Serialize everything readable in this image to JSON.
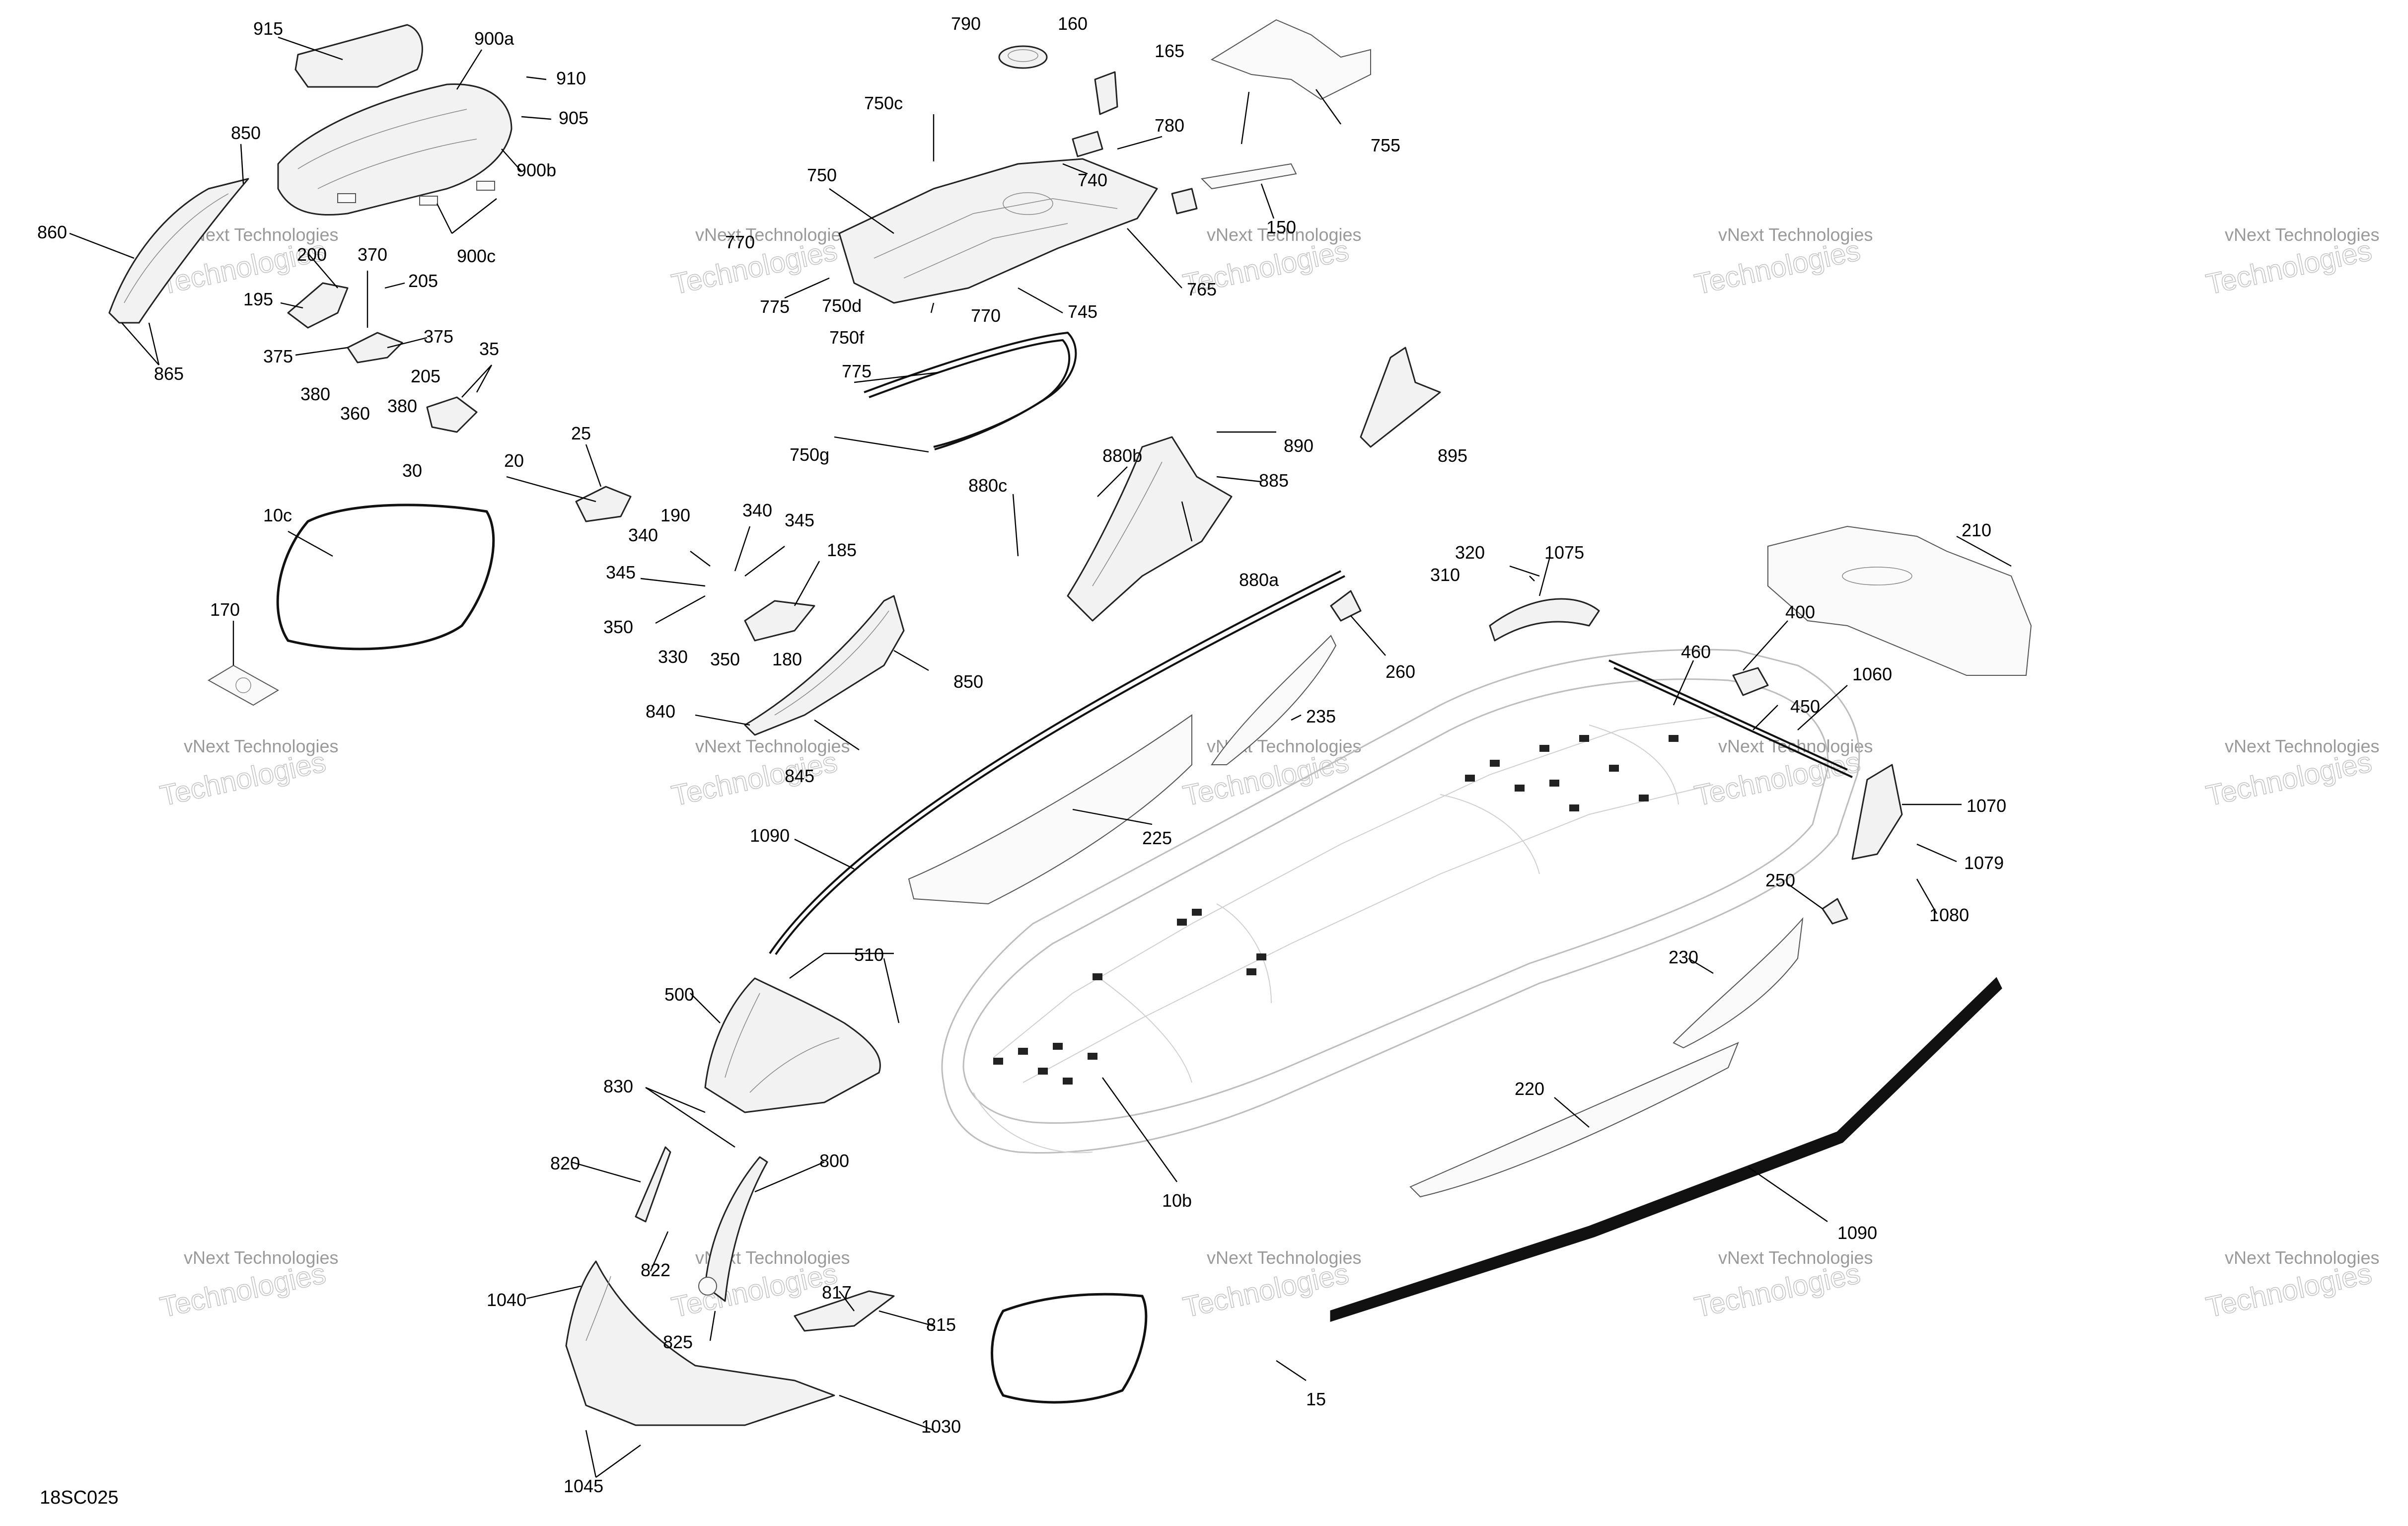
{
  "drawing": {
    "code": "18SC025",
    "watermark_line1": "vNext Technologies",
    "watermark_line2": "Technologies"
  },
  "callouts": {
    "c915": "915",
    "c900a": "900a",
    "c910": "910",
    "c905": "905",
    "c900b": "900b",
    "c900c": "900c",
    "c850a": "850",
    "c860": "860",
    "c865": "865",
    "c200": "200",
    "c370": "370",
    "c195": "195",
    "c205a": "205",
    "c375a": "375",
    "c375b": "375",
    "c380a": "380",
    "c360": "360",
    "c380b": "380",
    "c205b": "205",
    "c35": "35",
    "c30": "30",
    "c790": "790",
    "c160": "160",
    "c165": "165",
    "c755": "755",
    "c750c": "750c",
    "c780": "780",
    "c750": "750",
    "c740": "740",
    "c150": "150",
    "c770a": "770",
    "c775a": "775",
    "c765": "765",
    "c750d": "750d",
    "c770b": "770",
    "c745": "745",
    "c750f": "750f",
    "c775b": "775",
    "c750g": "750g",
    "c895": "895",
    "c890": "890",
    "c880b": "880b",
    "c880c": "880c",
    "c885": "885",
    "c880a": "880a",
    "c25": "25",
    "c20": "20",
    "c10c": "10c",
    "c170": "170",
    "c190": "190",
    "c340a": "340",
    "c340b": "340",
    "c345a": "345",
    "c345b": "345",
    "c185": "185",
    "c350a": "350",
    "c330": "330",
    "c350b": "350",
    "c180": "180",
    "c850b": "850",
    "c840": "840",
    "c845": "845",
    "c260": "260",
    "c235": "235",
    "c225": "225",
    "c1090a": "1090",
    "c320": "320",
    "c1075": "1075",
    "c310": "310",
    "c210": "210",
    "c400": "400",
    "c460": "460",
    "c1060": "1060",
    "c450": "450",
    "c1070": "1070",
    "c1079": "1079",
    "c1080": "1080",
    "c250": "250",
    "c230": "230",
    "c220": "220",
    "c1090b": "1090",
    "c10b": "10b",
    "c510": "510",
    "c500": "500",
    "c830": "830",
    "c820": "820",
    "c800": "800",
    "c822": "822",
    "c817": "817",
    "c815": "815",
    "c1040": "1040",
    "c825": "825",
    "c1030": "1030",
    "c1045": "1045",
    "c15": "15"
  }
}
